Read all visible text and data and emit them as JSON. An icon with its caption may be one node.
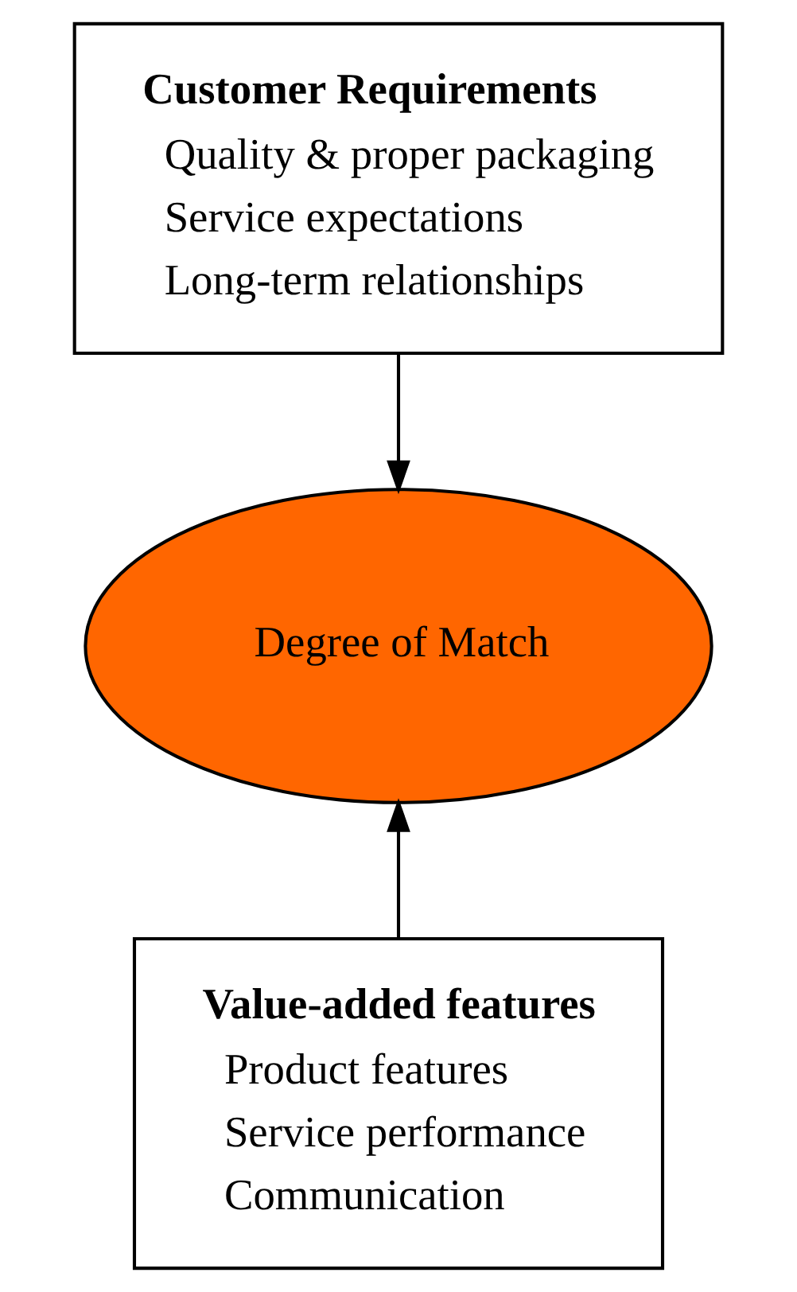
{
  "diagram": {
    "nodes": [
      {
        "text": [
          "Customer Requirements",
          "Quality & proper packaging",
          "Service expectations",
          "Long-term relationships"
        ]
      },
      {
        "text": [
          "Degree of Match"
        ]
      },
      {
        "text": [
          "Value-added features",
          "Product features",
          "Service performance",
          "Communication"
        ]
      }
    ],
    "edges": [
      {
        "from": 0,
        "to": 1,
        "arrow": "to"
      },
      {
        "from": 2,
        "to": 1,
        "arrow": "to"
      }
    ]
  }
}
